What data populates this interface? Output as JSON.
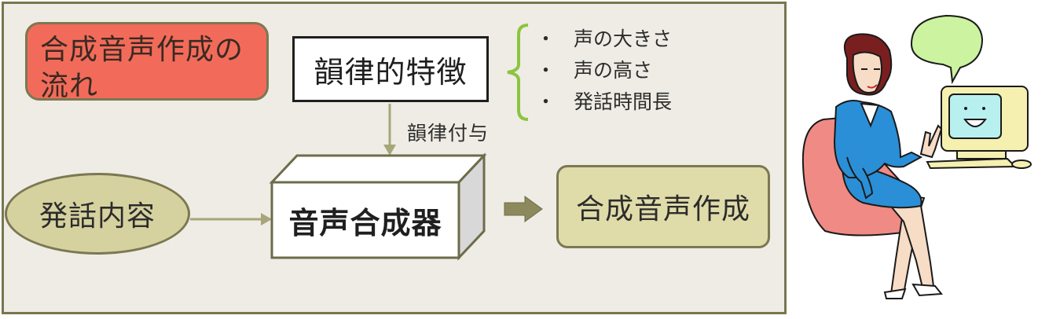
{
  "panel": {
    "flow_title": "合成音声作成の流れ",
    "prosody_features": "韻律的特徴",
    "feature_items": [
      "声の大きさ",
      "声の高さ",
      "発話時間長"
    ],
    "bullet": "・",
    "prosody_assign_label": "韻律付与",
    "utterance_content": "発話内容",
    "synthesizer": "音声合成器",
    "result": "合成音声作成"
  }
}
